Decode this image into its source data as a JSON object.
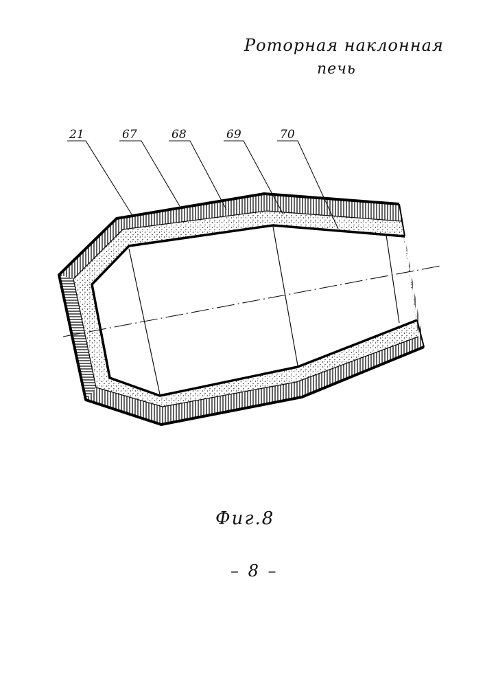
{
  "title": {
    "line1": "Роторная наклонная",
    "line2": "печь"
  },
  "callouts": [
    "21",
    "67",
    "68",
    "69",
    "70"
  ],
  "figure_caption": "Фиг.8",
  "page_number": "– 8 –"
}
